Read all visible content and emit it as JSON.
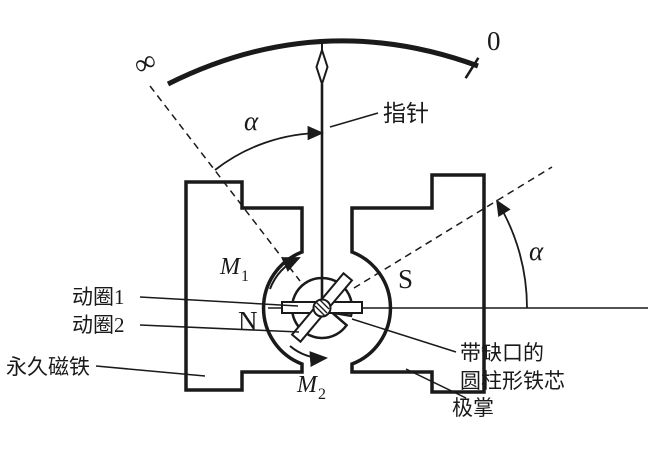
{
  "colors": {
    "ink": "#1a1a1a",
    "background": "#ffffff"
  },
  "scale": {
    "infinity_label": "∞",
    "zero_label": "0"
  },
  "pointer": {
    "label": "指针"
  },
  "angle": {
    "left": "α",
    "right": "α"
  },
  "poles": {
    "north": "N",
    "south": "S"
  },
  "torques": {
    "m1_base": "M",
    "m1_sub": "1",
    "m2_base": "M",
    "m2_sub": "2"
  },
  "labels": {
    "coil1": "动圈1",
    "coil2": "动圈2",
    "permanent_magnet": "永久磁铁",
    "notched_core_line1": "带缺口的",
    "notched_core_line2": "圆柱形铁芯",
    "pole_shoe": "极掌"
  }
}
